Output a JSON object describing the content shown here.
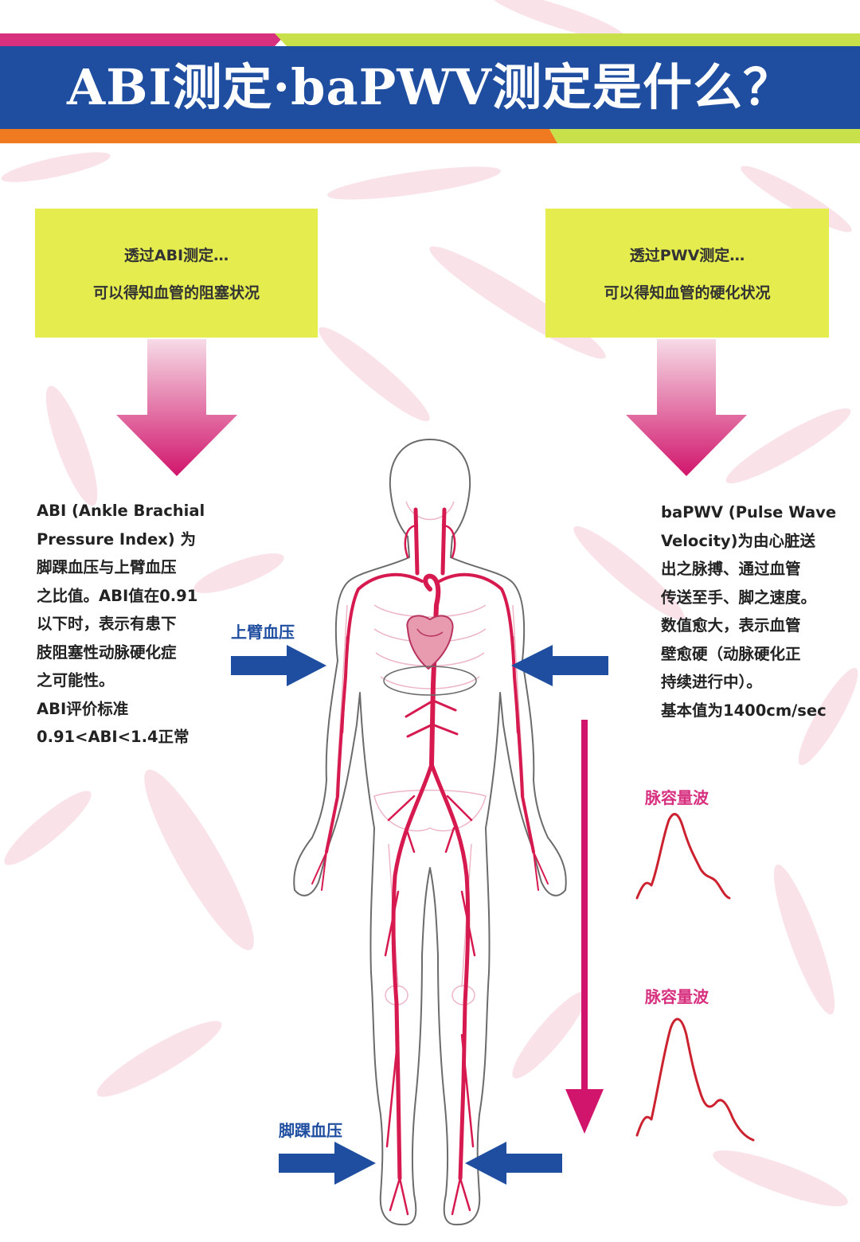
{
  "title": "ABI测定·baPWV测定是什么？",
  "colors": {
    "banner_blue": "#1f4ea1",
    "banner_pink": "#d6307f",
    "banner_green": "#c8e04a",
    "banner_orange": "#ef7a20",
    "box_yellow": "#e4ec4e",
    "artery_red": "#d61a4f",
    "arrow_blue": "#1f4ea1",
    "arrow_pink": "#d1156c",
    "wave_red": "#cc2230",
    "label_pink": "#d6307f"
  },
  "abi_box": {
    "line1": "透过ABI测定…",
    "line2": "可以得知血管的阻塞状况"
  },
  "pwv_box": {
    "line1": "透过PWV测定…",
    "line2": "可以得知血管的硬化状况"
  },
  "abi_text": {
    "lines": [
      "ABI (Ankle Brachial",
      "Pressure Index) 为",
      "脚踝血压与上臂血压",
      "之比值。ABI值在0.91",
      "以下时，表示有患下",
      "肢阻塞性动脉硬化症",
      "之可能性。",
      "ABI评价标准",
      "0.91<ABI<1.4正常"
    ]
  },
  "pwv_text": {
    "lines": [
      "baPWV (Pulse Wave",
      "Velocity)为由心脏送",
      "出之脉搏、通过血管",
      "传送至手、脚之速度。",
      "数值愈大，表示血管",
      "壁愈硬（动脉硬化正",
      "持续进行中）。",
      "基本值为1400cm/sec"
    ]
  },
  "labels": {
    "upper_arm_bp": "上臂血压",
    "ankle_bp": "脚踝血压",
    "wave1": "脉容量波",
    "wave2": "脉容量波"
  }
}
